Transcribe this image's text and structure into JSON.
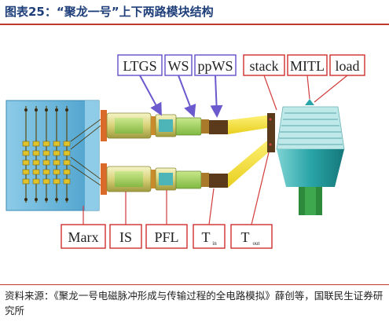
{
  "title": "图表25：“聚龙一号”上下两路模块结构",
  "source": "资料来源：《聚龙一号电磁脉冲形成与传输过程的全电路模拟》薛创等，国联民生证券研究所",
  "labels": {
    "ltgs": "LTGS",
    "ws": "WS",
    "ppws": "ppWS",
    "stack": "stack",
    "mitl": "MITL",
    "load": "load",
    "marx": "Marx",
    "is": "IS",
    "pfl": "PFL",
    "tin_main": "T",
    "tin_sub": "in",
    "tout_main": "T",
    "tout_sub": "out"
  },
  "colors": {
    "label_box_border": "#d23b3b",
    "top_box_border": "#6a5acd",
    "arrow": "#6a5acd",
    "marx_tank": "#5ab0d8",
    "pipe": "#f2e33a",
    "load_cone": "#2aa5a8"
  }
}
